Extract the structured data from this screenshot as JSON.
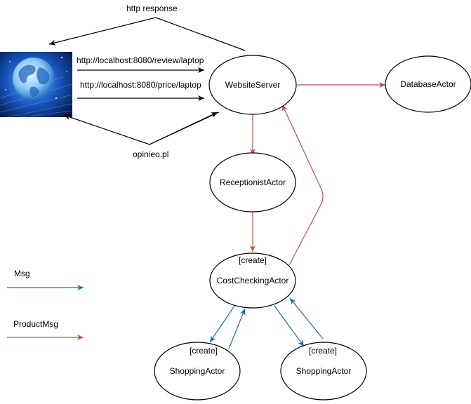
{
  "colors": {
    "black": "#000000",
    "msg_blue": "#1f6fa8",
    "product_red": "#b85450",
    "globe_dark": "#0b2d6b",
    "globe_light": "#9fd8ff"
  },
  "client": {
    "icon": "globe-image-icon"
  },
  "labels": {
    "http_response": "http response",
    "review_url": "http://localhost:8080/review/laptop",
    "price_url": "http://localhost:8080/price/laptop",
    "opinieo": "opinieo.pl"
  },
  "nodes": {
    "website_server": "WebsiteServer",
    "database_actor": "DatabaseActor",
    "receptionist_actor": "ReceptionistActor",
    "cost_checking_actor": "CostCheckingActor",
    "shopping_actor_left": "ShoppingActor",
    "shopping_actor_right": "ShoppingActor"
  },
  "create_tags": {
    "cost_checking": "[create]",
    "shopping_left": "[create]",
    "shopping_right": "[create]"
  },
  "legend": {
    "msg": "Msg",
    "product_msg": "ProductMsg"
  }
}
